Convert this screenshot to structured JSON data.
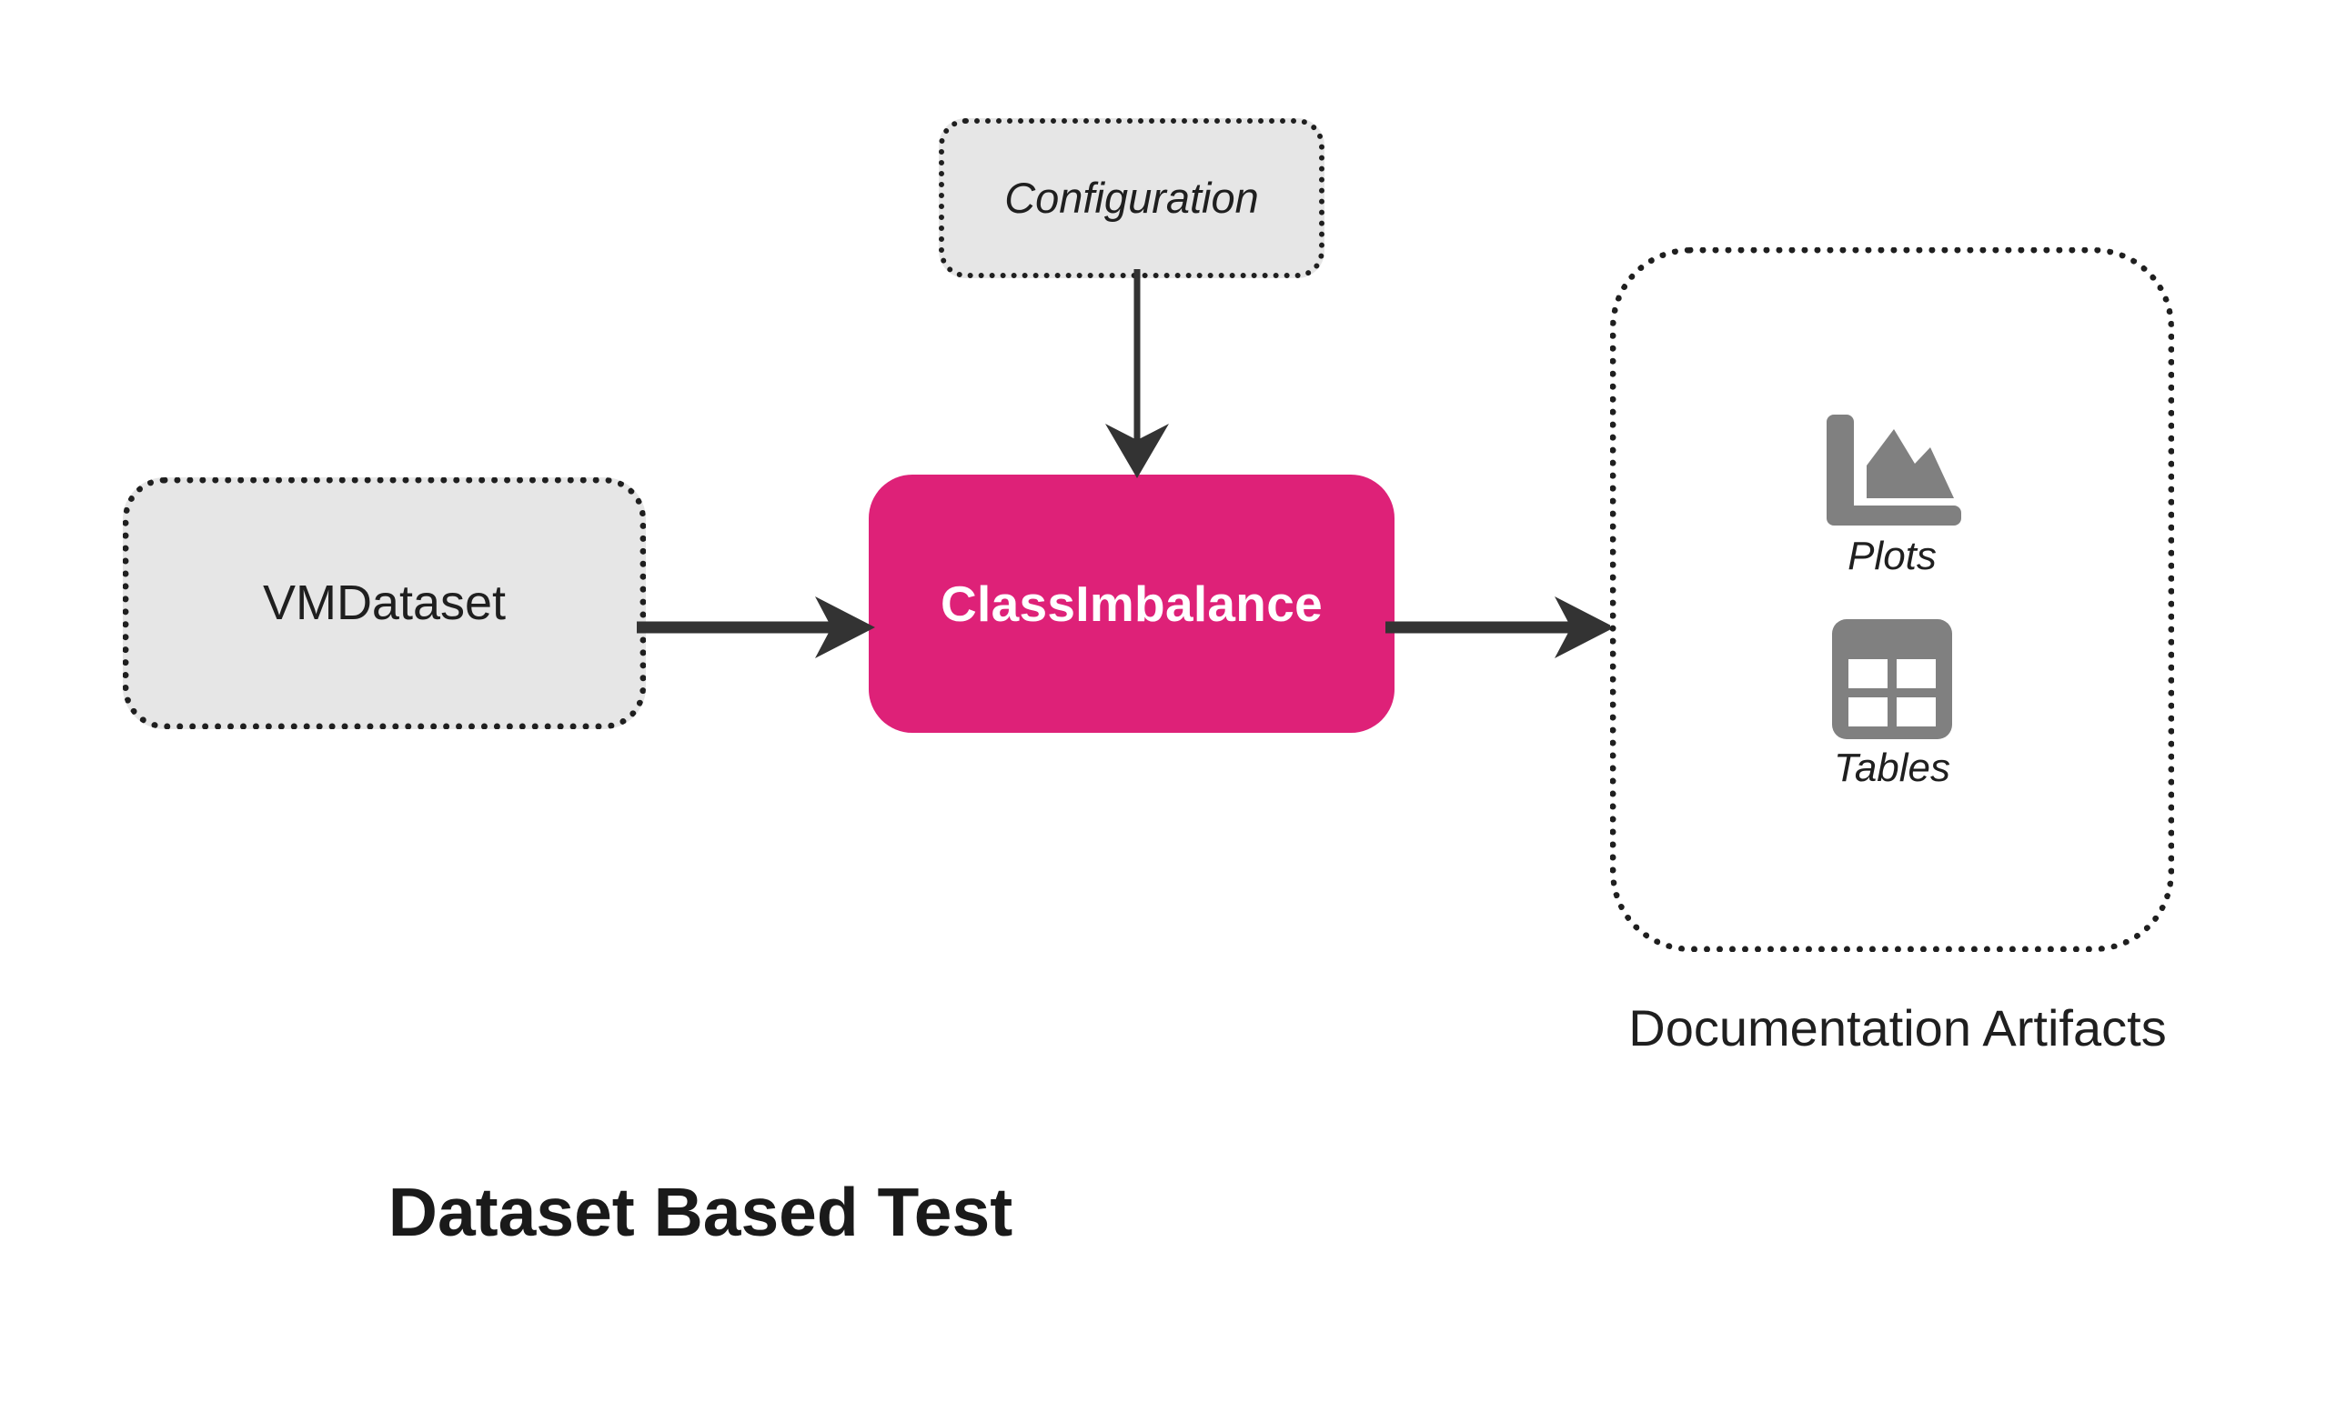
{
  "diagram": {
    "title": "Dataset Based Test",
    "type": "flow-diagram",
    "background_color": "#FFFFFF",
    "accent_color": "#DE2178",
    "node_fill_color": "#E6E6E6",
    "icon_color": "#808080",
    "connector_color": "#333333",
    "text_color": "#1F1F1F"
  },
  "nodes": {
    "input": {
      "label": "VMDataset",
      "style": "dotted-rounded",
      "fill": "#E6E6E6",
      "italic": false
    },
    "configuration": {
      "label": "Configuration",
      "style": "dotted-rounded",
      "fill": "#E6E6E6",
      "italic": true
    },
    "test": {
      "label": "ClassImbalance",
      "style": "solid-rounded",
      "fill": "#DE2178",
      "text_color": "#FFFFFF",
      "bold": true
    }
  },
  "artifacts": {
    "caption": "Documentation Artifacts",
    "items": [
      {
        "icon": "area-chart-icon",
        "label": "Plots"
      },
      {
        "icon": "table-grid-icon",
        "label": "Tables"
      }
    ]
  },
  "connectors": [
    {
      "from": "VMDataset",
      "to": "ClassImbalance",
      "direction": "right"
    },
    {
      "from": "Configuration",
      "to": "ClassImbalance",
      "direction": "down"
    },
    {
      "from": "ClassImbalance",
      "to": "Documentation Artifacts",
      "direction": "right"
    }
  ]
}
